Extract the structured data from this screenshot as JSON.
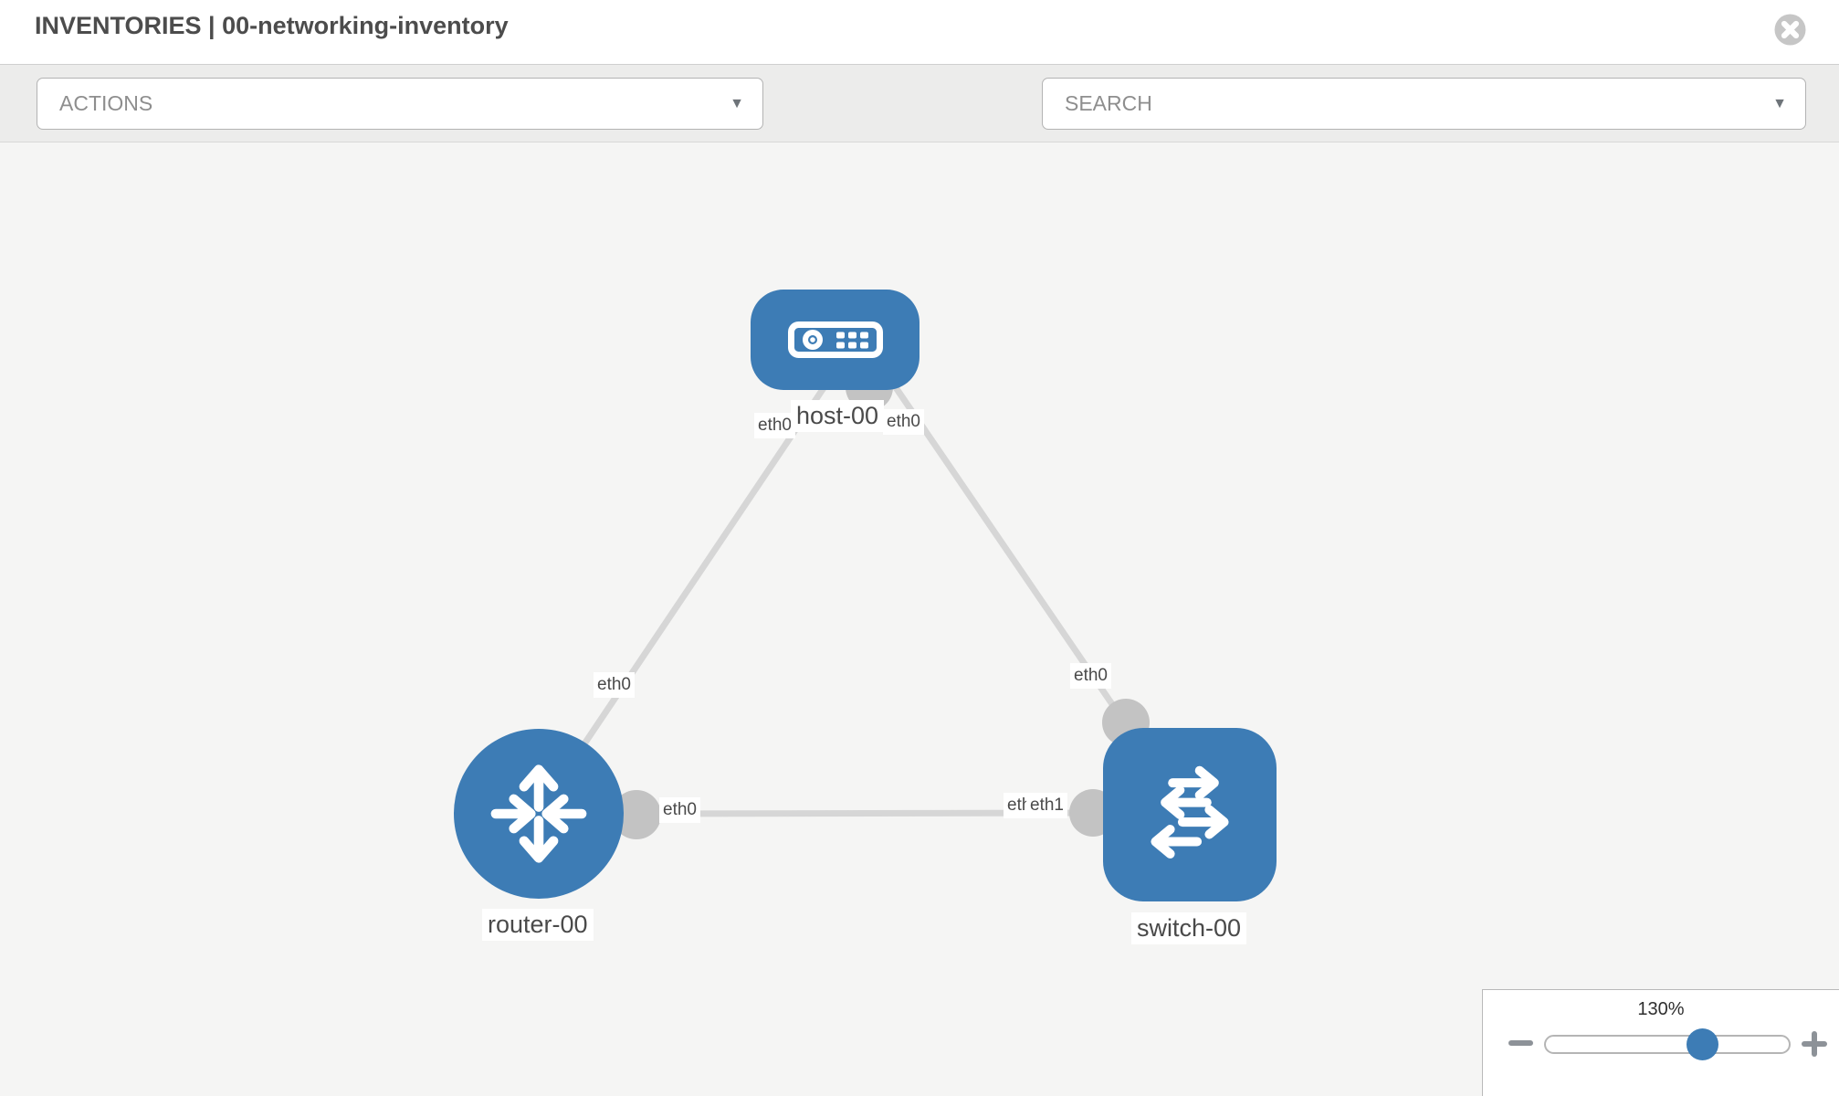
{
  "header": {
    "title": "INVENTORIES | 00-networking-inventory"
  },
  "toolbar": {
    "actions_label": "ACTIONS",
    "search_placeholder": "SEARCH",
    "caret_glyph": "▼"
  },
  "topology": {
    "nodes": [
      {
        "name": "host-00",
        "type": "host"
      },
      {
        "name": "router-00",
        "type": "router"
      },
      {
        "name": "switch-00",
        "type": "switch"
      }
    ],
    "links": [
      {
        "from": "host-00",
        "from_if": "eth0",
        "to": "router-00",
        "to_if": "eth0"
      },
      {
        "from": "host-00",
        "from_if": "eth0",
        "to": "switch-00",
        "to_if": "eth0"
      },
      {
        "from": "router-00",
        "from_if": "eth0",
        "to": "switch-00",
        "to_if": "eth1"
      }
    ],
    "labels": {
      "host": "host-00",
      "router": "router-00",
      "switch": "switch-00",
      "host_if_left": "eth0",
      "host_if_right": "eth0",
      "router_if_top": "eth0",
      "router_if_right": "eth0",
      "switch_if_top": "eth0",
      "switch_if_left_under": "eth0",
      "switch_if_left_over": "eth1"
    }
  },
  "zoom_control": {
    "level": "130%"
  },
  "colors": {
    "node_blue": "#3d7cb5",
    "link_gray": "#d6d6d6",
    "connector_gray": "#c3c3c3",
    "canvas_bg": "#f5f5f4",
    "toolbar_bg": "#ececeb",
    "text_dark": "#4a4a4a",
    "control_text": "#8e8e8e",
    "icon_gray": "#7b828b",
    "close_gray": "#c6c6c6"
  }
}
